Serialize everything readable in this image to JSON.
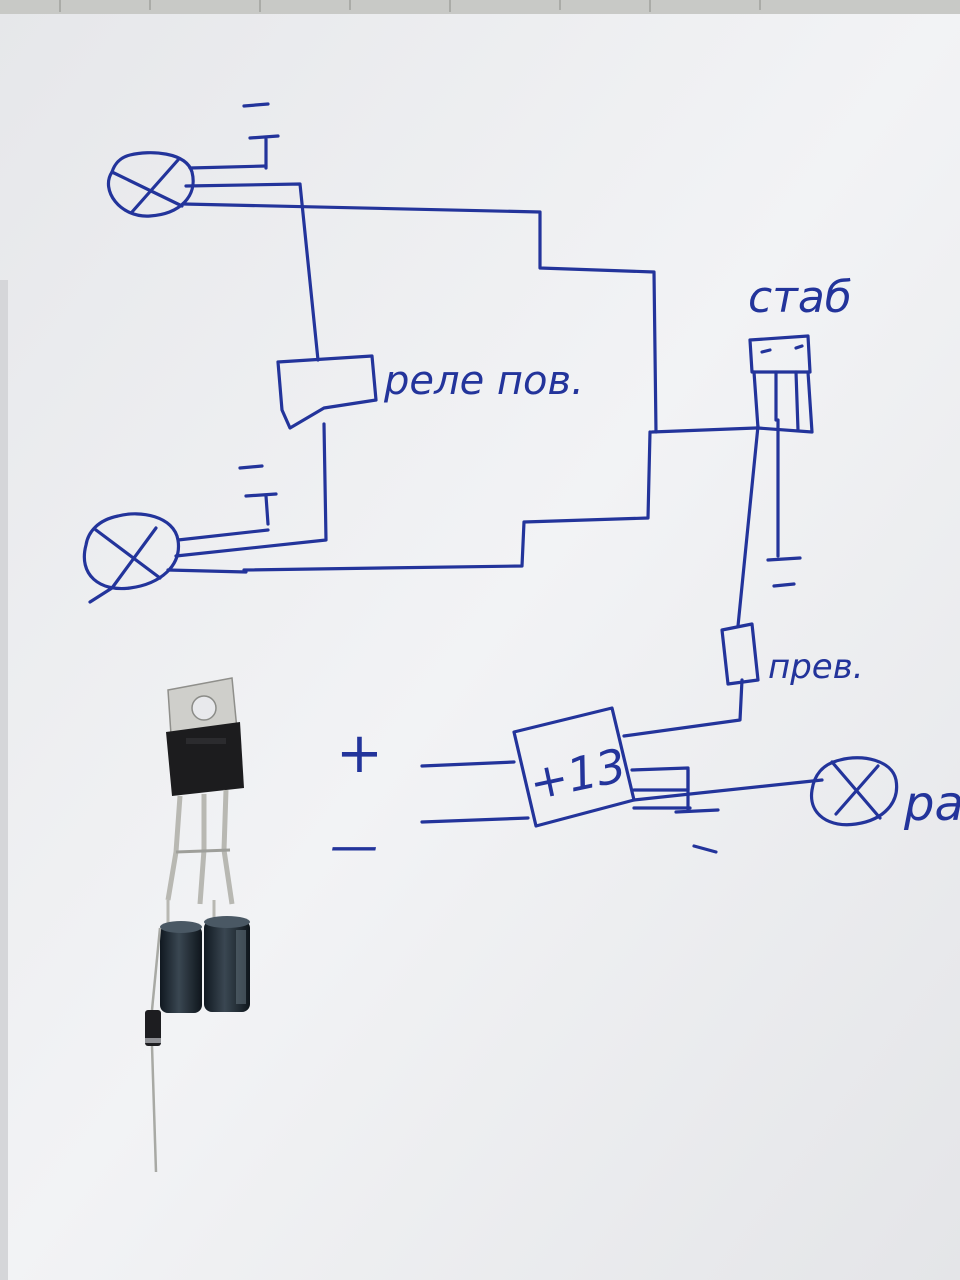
{
  "labels": {
    "relay": "реле пов.",
    "stab": "стаб",
    "resistor": "прев.",
    "module": "+13",
    "plus": "+",
    "minus": "—",
    "lamp_right": "ра"
  },
  "colors": {
    "ink": "#23349b",
    "paper": "#f1f2f4",
    "transistor_body": "#1b1b1d",
    "transistor_tab": "#c9c9c6",
    "capacitor": "#1f2a33"
  },
  "icons": {
    "lamp": "lamp-symbol-icon",
    "ground": "ground-symbol-icon"
  }
}
